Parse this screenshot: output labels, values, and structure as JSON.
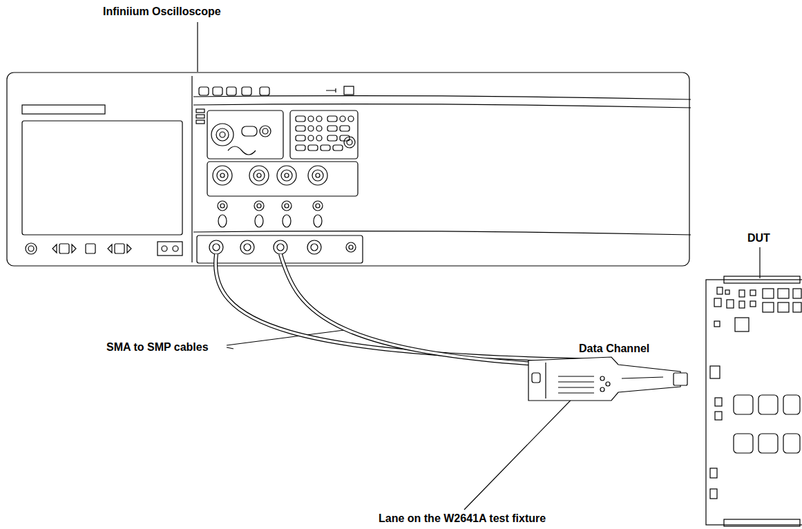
{
  "diagram": {
    "labels": [
      "Infiniium Oscilloscope",
      "SMA to SMP cables",
      "Data Channel",
      "DUT",
      "Lane on the W2641A test fixture"
    ]
  }
}
